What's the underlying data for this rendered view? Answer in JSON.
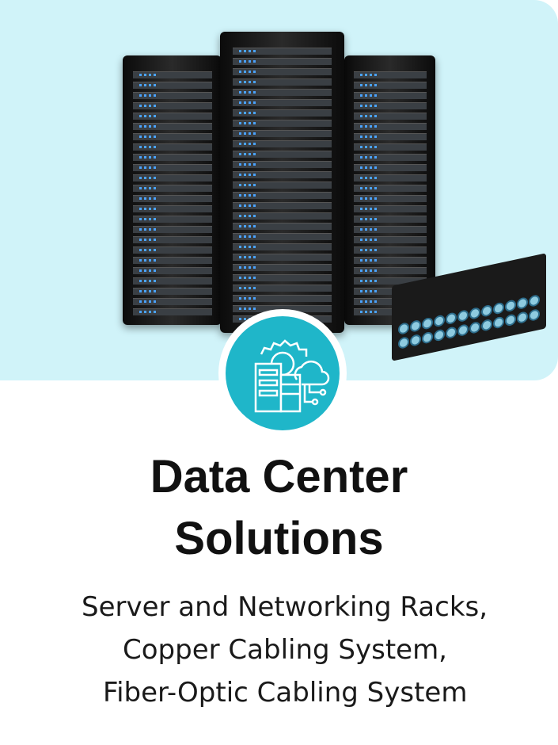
{
  "title_line1": "Data Center",
  "title_line2": "Solutions",
  "subtitle_lines": [
    "Server and Networking Racks,",
    "Copper Cabling System,",
    "Fiber-Optic Cabling System"
  ],
  "colors": {
    "panel": "#d0f3f9",
    "badge": "#1fb6c9"
  },
  "icon": "data-center-cloud-gear-icon"
}
